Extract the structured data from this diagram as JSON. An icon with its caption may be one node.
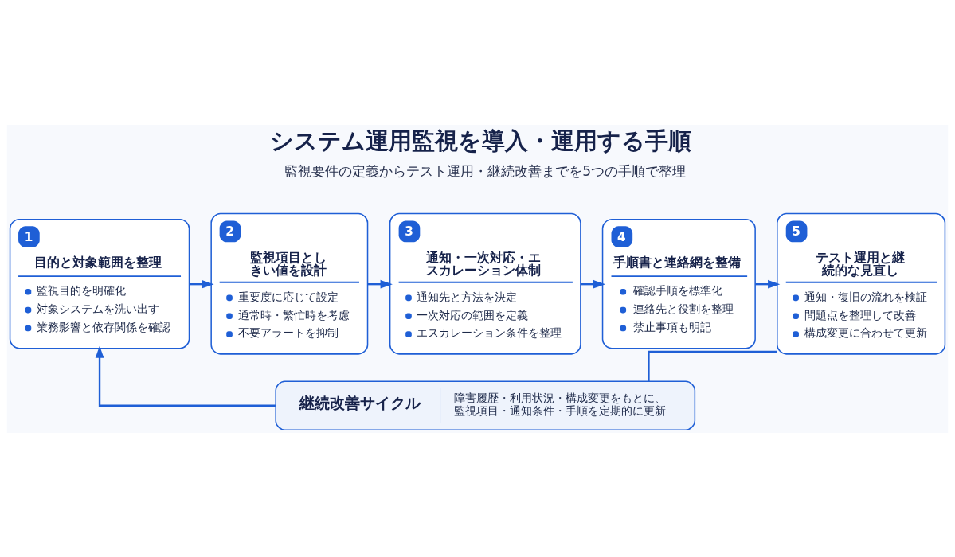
{
  "diagram": {
    "title": "システム運用監視を導入・運用する手順",
    "nodes": [
      {
        "text": [
          "1",
          "目的と対象範囲を整理",
          "監視目的を明確化",
          "対象システムを洗い出す",
          "業務影響と依存関係を確認"
        ]
      },
      {
        "text": [
          "2",
          "監視項目としきい値を設計",
          "重要度に応じて設定",
          "通常時・繁忙時を考慮",
          "不要アラートを抑制"
        ]
      },
      {
        "text": [
          "3",
          "通知・一次対応・エスカレーション体制",
          "通知先と方法を決定",
          "一次対応の範囲を定義",
          "エスカレーション条件を整理"
        ]
      },
      {
        "text": [
          "4",
          "手順書と連絡網を整備",
          "確認手順を標準化",
          "連絡先と役割を整理",
          "禁止事項も明記"
        ]
      },
      {
        "text": [
          "5",
          "テスト運用と継続的な見直し",
          "通知・復旧の流れを検証",
          "問題点を整理して改善",
          "構成変更に合わせて更新"
        ]
      },
      {
        "text": [
          "継続改善サイクル",
          "障害履歴・利用状況・構成変更をもとに、監視項目・通知条件・手順を定期的に更新"
        ]
      }
    ],
    "edges": [
      {
        "from": 0,
        "to": 1,
        "arrow": "to"
      },
      {
        "from": 1,
        "to": 2,
        "arrow": "to"
      },
      {
        "from": 2,
        "to": 3,
        "arrow": "to"
      },
      {
        "from": 3,
        "to": 4,
        "arrow": "to"
      },
      {
        "from": 4,
        "to": 5,
        "arrow": "none"
      },
      {
        "from": 5,
        "to": 0,
        "arrow": "to"
      }
    ],
    "labels": [
      "監視要件の定義からテスト運用・継続改善までを5つの手順で整理"
    ]
  }
}
